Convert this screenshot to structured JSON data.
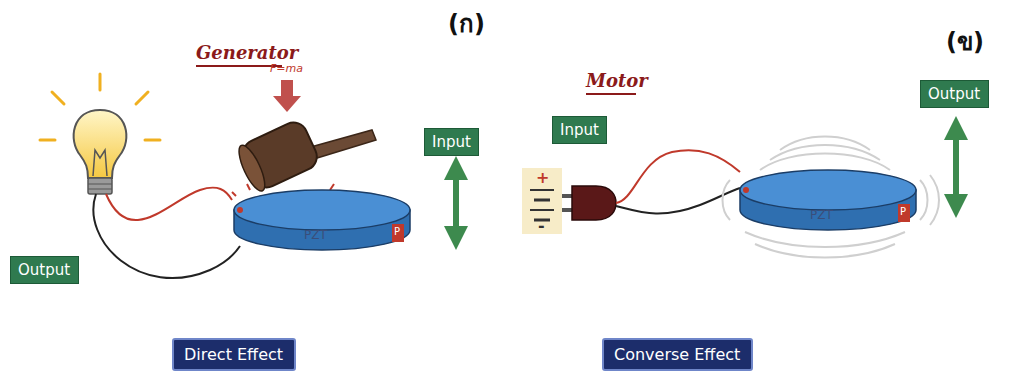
{
  "diagram": {
    "nodes": [
      {
        "text": [
          "Output"
        ]
      },
      {
        "text": [
          "Input"
        ]
      },
      {
        "text": [
          "PZT",
          "P"
        ]
      },
      {
        "text": [
          "Input"
        ]
      },
      {
        "text": [
          "Output"
        ]
      },
      {
        "text": [
          "PZT",
          "P"
        ]
      },
      {
        "text": [
          "Direct Effect"
        ]
      },
      {
        "text": [
          "Converse Effect"
        ]
      }
    ],
    "labels": [
      "(ก)",
      "(ข)",
      "Generator",
      "Motor",
      "F=ma",
      "+",
      "-"
    ]
  }
}
